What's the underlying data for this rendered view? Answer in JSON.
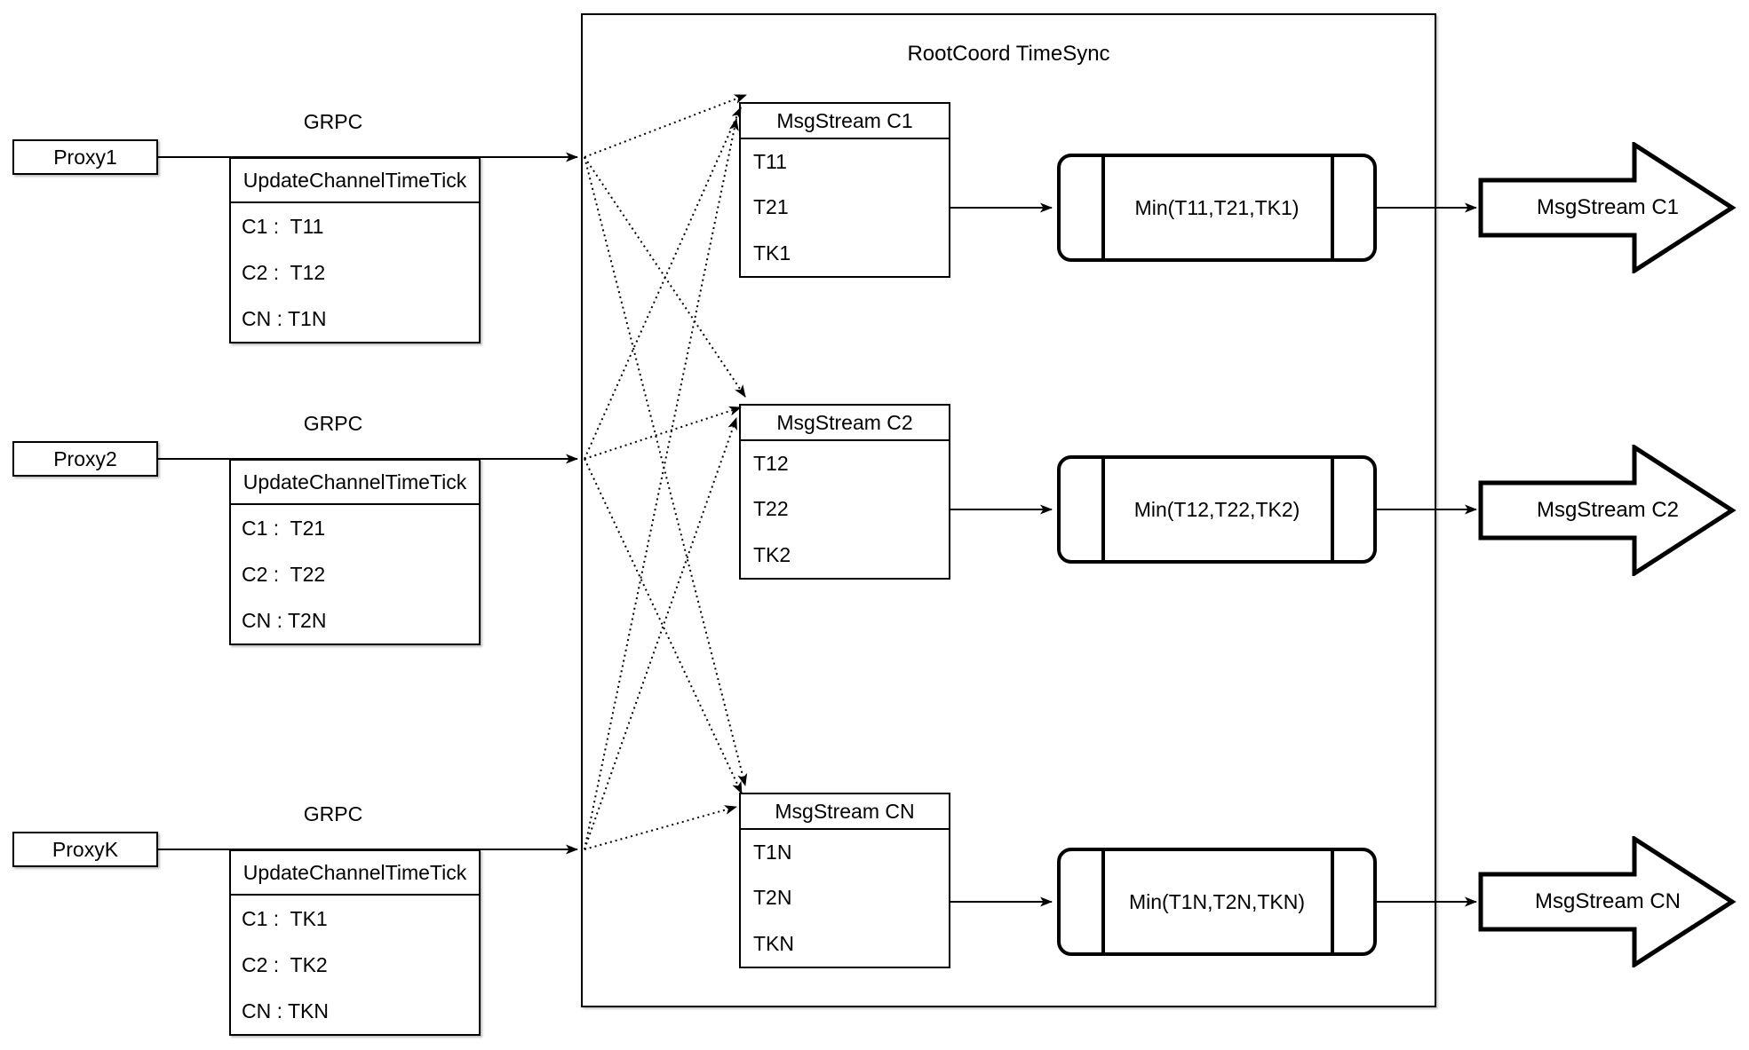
{
  "container": {
    "title": "RootCoord TimeSync"
  },
  "grpc_label": "GRPC",
  "proxies": [
    {
      "name": "Proxy1",
      "table": {
        "header": "UpdateChannelTimeTick",
        "rows": [
          "C1 :  T11",
          "C2 :  T12",
          "CN : T1N"
        ]
      }
    },
    {
      "name": "Proxy2",
      "table": {
        "header": "UpdateChannelTimeTick",
        "rows": [
          "C1 :  T21",
          "C2 :  T22",
          "CN : T2N"
        ]
      }
    },
    {
      "name": "ProxyK",
      "table": {
        "header": "UpdateChannelTimeTick",
        "rows": [
          "C1 :  TK1",
          "C2 :  TK2",
          "CN : TKN"
        ]
      }
    }
  ],
  "channels": [
    {
      "stream_header": "MsgStream C1",
      "stream_rows": [
        "T11",
        "T21",
        "TK1"
      ],
      "min_label": "Min(T11,T21,TK1)",
      "output_label": "MsgStream C1"
    },
    {
      "stream_header": "MsgStream C2",
      "stream_rows": [
        "T12",
        "T22",
        "TK2"
      ],
      "min_label": "Min(T12,T22,TK2)",
      "output_label": "MsgStream C2"
    },
    {
      "stream_header": "MsgStream CN",
      "stream_rows": [
        "T1N",
        "T2N",
        "TKN"
      ],
      "min_label": "Min(T1N,T2N,TKN)",
      "output_label": "MsgStream CN"
    }
  ],
  "colors": {
    "stroke": "#000000",
    "background": "#ffffff"
  }
}
